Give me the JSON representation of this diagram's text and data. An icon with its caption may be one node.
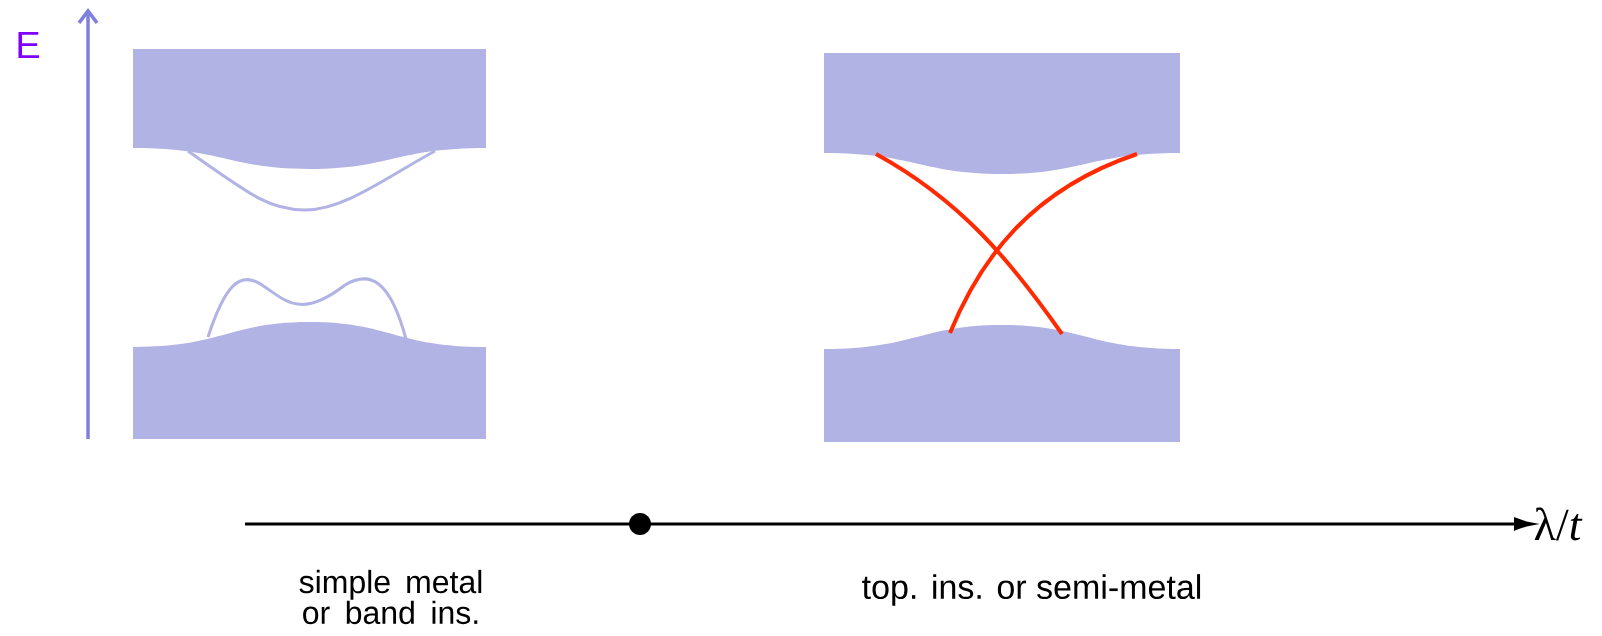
{
  "diagram": {
    "labels": [
      "E",
      "λ/*t*",
      "simple metal or band ins.",
      "top. ins. or semi-metal"
    ]
  }
}
